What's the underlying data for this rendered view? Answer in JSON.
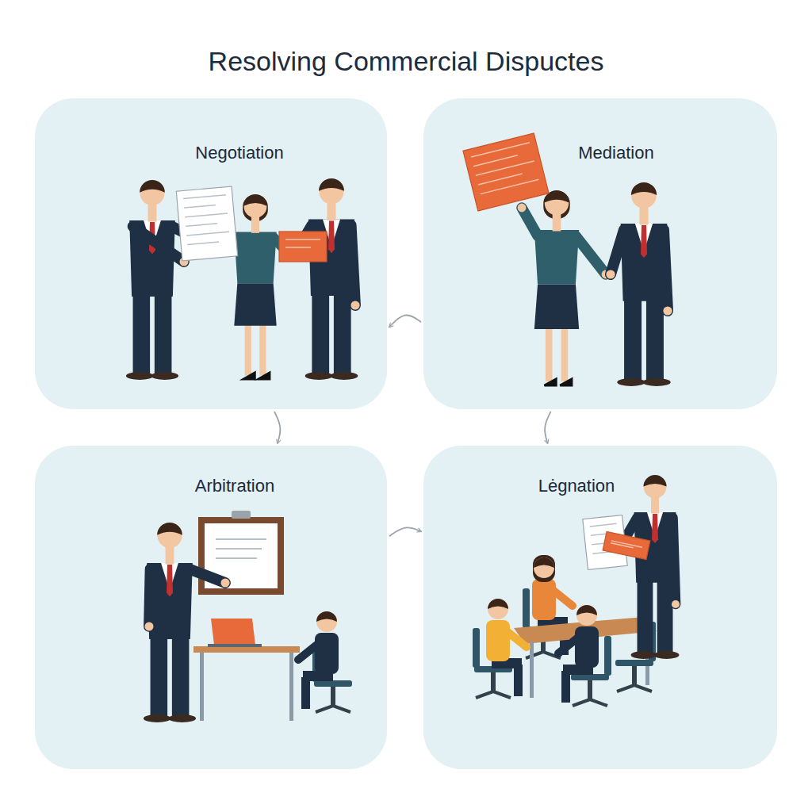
{
  "diagram": {
    "title": "Resolving Commercial Dispuctes",
    "nodes": [
      {
        "text": [
          "Negotiation"
        ]
      },
      {
        "text": [
          "Mediation"
        ]
      },
      {
        "text": [
          "Arbitration"
        ]
      },
      {
        "text": [
          "Lėgnation"
        ]
      }
    ],
    "edges": [
      {
        "from": 1,
        "to": 0,
        "arrow": "to"
      },
      {
        "from": 0,
        "to": 2,
        "arrow": "to"
      },
      {
        "from": 1,
        "to": 3,
        "arrow": "to"
      },
      {
        "from": 2,
        "to": 3,
        "arrow": "to"
      }
    ]
  }
}
